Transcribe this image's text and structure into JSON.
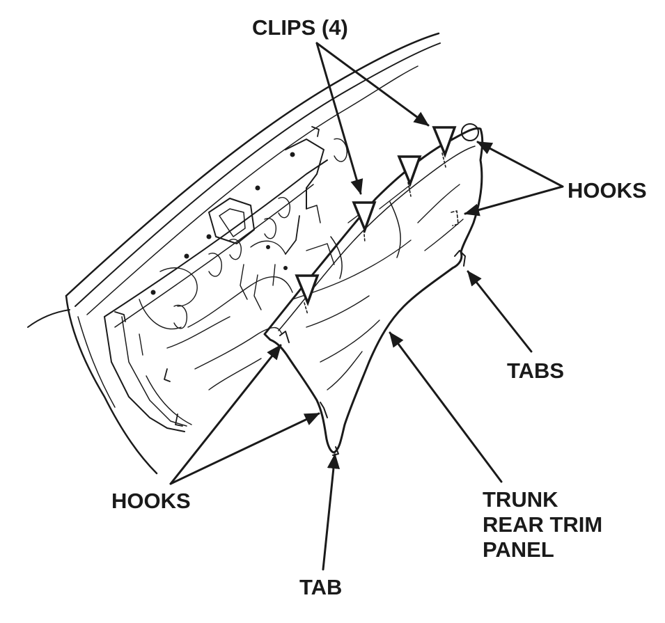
{
  "labels": {
    "clips": "CLIPS (4)",
    "hooks_right": "HOOKS",
    "tabs": "TABS",
    "hooks_left": "HOOKS",
    "panel_line1": "TRUNK",
    "panel_line2": "REAR TRIM",
    "panel_line3": "PANEL",
    "tab": "TAB"
  },
  "colors": {
    "ink": "#1a1a1a",
    "background": "#ffffff"
  }
}
